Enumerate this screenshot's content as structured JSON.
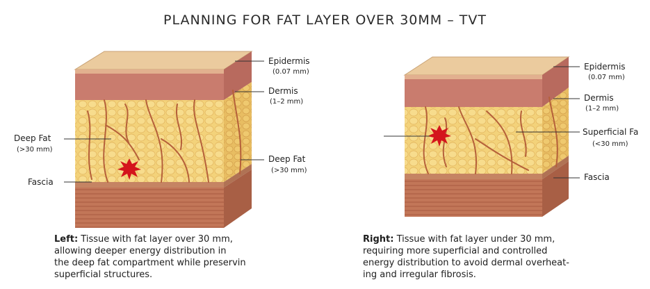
{
  "title": "PLANNING FOR FAT LAYER OVER 30MM – TVT",
  "left": {
    "labels": {
      "epidermis": "Epidermis",
      "epidermis_sub": "(0.07 mm)",
      "dermis": "Dermis",
      "dermis_sub": "(1–2 mm)",
      "deep_fat_left": "Deep Fat",
      "deep_fat_left_sub": "(>30 mm)",
      "deep_fat_right": "Deep Fat",
      "deep_fat_right_sub": "(>30 mm)",
      "fascia": "Fascia"
    },
    "caption_lead": "Left:",
    "caption_lines": [
      " Tissue with fat layer over 30 mm,",
      "allowing deeper energy distribution in",
      "the deep fat compartment while preservin",
      "superficial structures."
    ]
  },
  "right": {
    "labels": {
      "epidermis": "Epidermis",
      "epidermis_sub": "(0.07 mm)",
      "dermis": "Dermis",
      "dermis_sub": "(1–2 mm)",
      "superficial_fat": "Superficial Fa",
      "superficial_fat_sub": "(<30 mm)",
      "fascia": "Fascia"
    },
    "caption_lead": "Right:",
    "caption_lines": [
      " Tissue with fat layer under 30 mm,",
      "requiring more superficial and controlled",
      "energy distribution to avoid dermal overheat-",
      "ing and irregular fibrosis."
    ]
  },
  "colors": {
    "epidermis": "#e9c79a",
    "dermis": "#c9776a",
    "fat": "#f2cf72",
    "fascia": "#c98a66",
    "muscle": "#b8654c",
    "vessel": "#b8623a",
    "starburst": "#d4141c"
  }
}
